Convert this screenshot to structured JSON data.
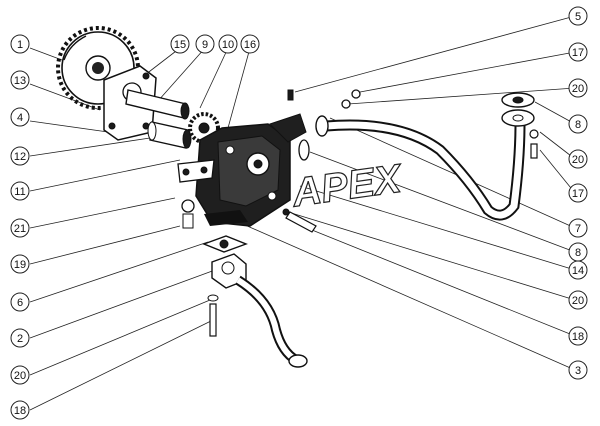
{
  "watermark": "APEX",
  "callouts": {
    "c1": "1",
    "c13": "13",
    "c4": "4",
    "c12": "12",
    "c11": "11",
    "c21": "21",
    "c19": "19",
    "c6": "6",
    "c2": "2",
    "c20a": "20",
    "c18a": "18",
    "c15": "15",
    "c9": "9",
    "c10": "10",
    "c16": "16",
    "c5": "5",
    "c17a": "17",
    "c20b": "20",
    "c8a": "8",
    "c20c": "20",
    "c17b": "17",
    "c7": "7",
    "c8b": "8",
    "c14": "14",
    "c20d": "20",
    "c18b": "18",
    "c3": "3"
  }
}
